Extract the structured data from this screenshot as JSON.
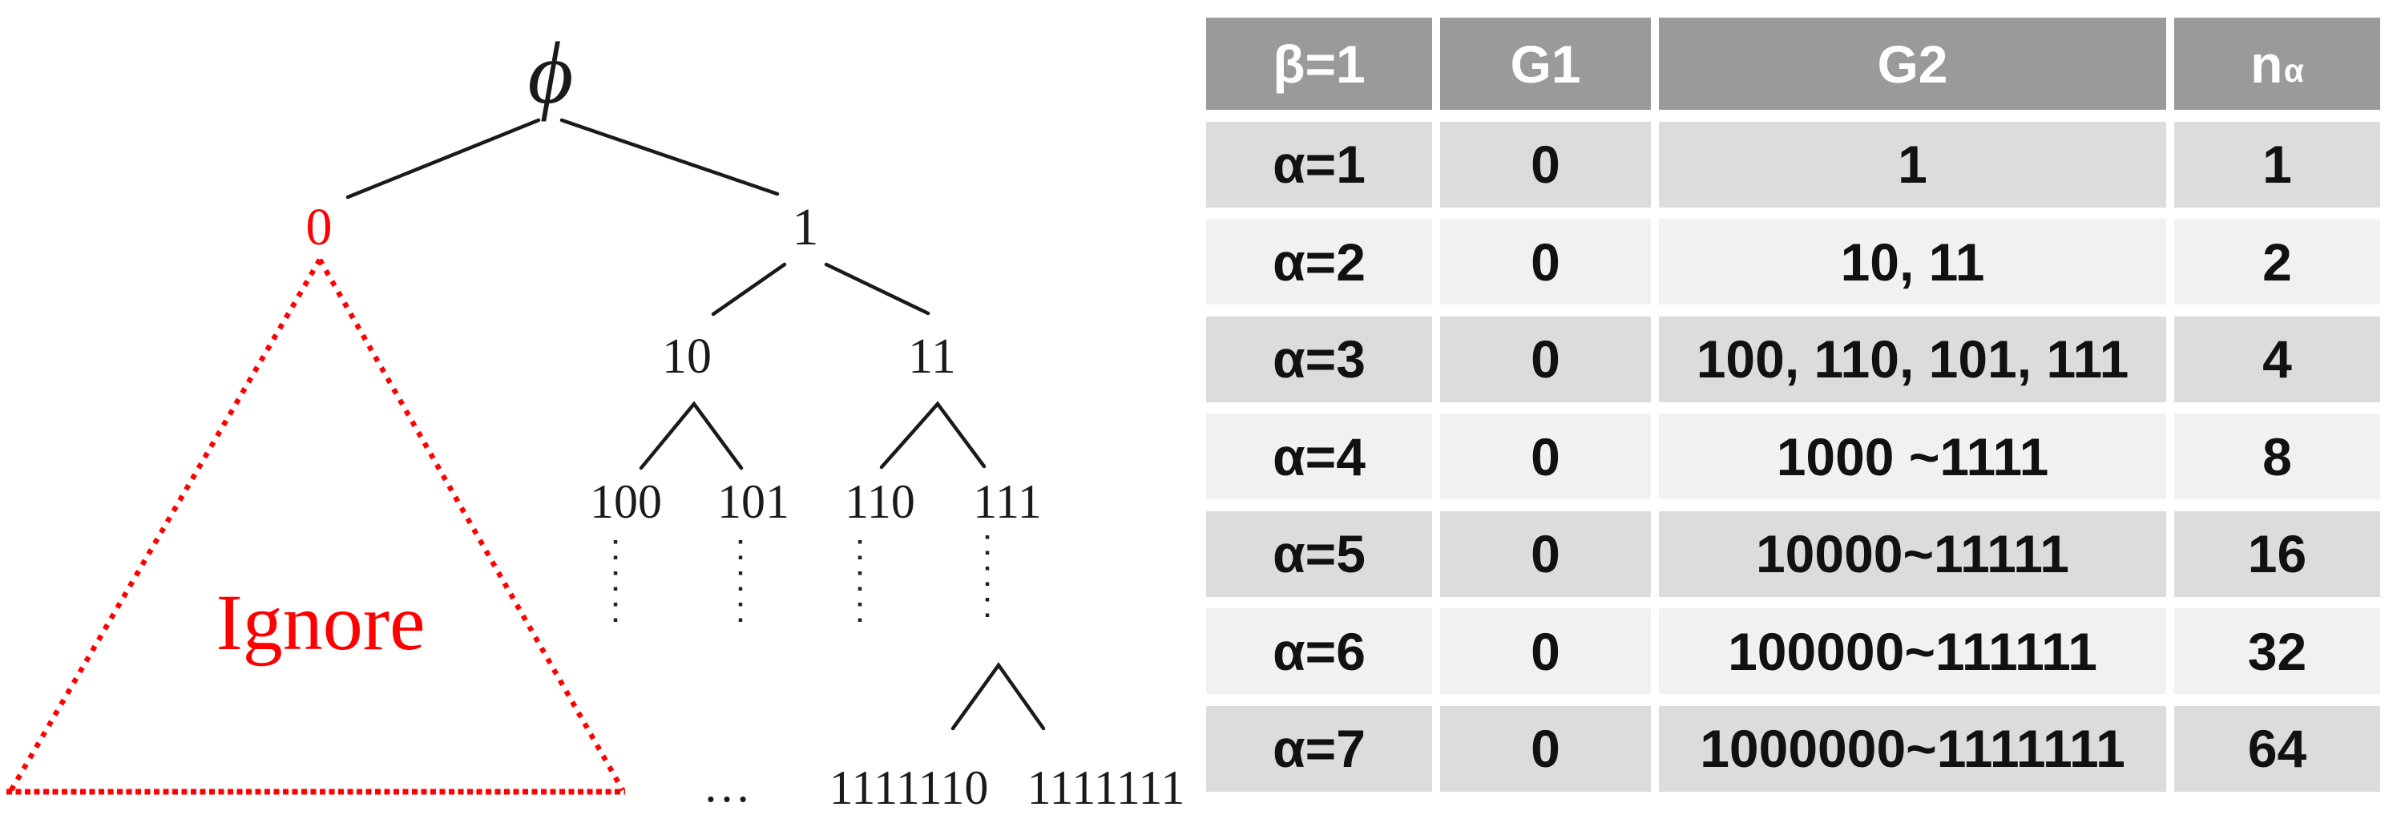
{
  "figure": {
    "description": "binary-codeword-tree",
    "root": "ϕ",
    "nodes": {
      "n0": "0",
      "n1": "1",
      "n10": "10",
      "n11": "11",
      "n100": "100",
      "n101": "101",
      "n110": "110",
      "n111": "111",
      "ellipsis": "…",
      "n1111110": "1111110",
      "n1111111": "1111111"
    },
    "ignore_label": "Ignore",
    "colors": {
      "highlight_red": "#ff0000",
      "line_black": "#1a1a1a"
    }
  },
  "table": {
    "headers": {
      "beta": "β=1",
      "g1": "G1",
      "g2": "G2",
      "n_base": "n",
      "n_sub": "α"
    },
    "rows": [
      {
        "alpha": "α=1",
        "g1": "0",
        "g2": "1",
        "n": "1"
      },
      {
        "alpha": "α=2",
        "g1": "0",
        "g2": "10, 11",
        "n": "2"
      },
      {
        "alpha": "α=3",
        "g1": "0",
        "g2": "100, 110, 101, 111",
        "n": "4"
      },
      {
        "alpha": "α=4",
        "g1": "0",
        "g2": "1000 ~1111",
        "n": "8"
      },
      {
        "alpha": "α=5",
        "g1": "0",
        "g2": "10000~11111",
        "n": "16"
      },
      {
        "alpha": "α=6",
        "g1": "0",
        "g2": "100000~111111",
        "n": "32"
      },
      {
        "alpha": "α=7",
        "g1": "0",
        "g2": "1000000~1111111",
        "n": "64"
      }
    ],
    "colors": {
      "header_bg": "#9a9a9a",
      "header_text": "#ffffff",
      "row_odd_bg": "#dcdcdc",
      "row_even_bg": "#f1f1f1",
      "cell_text": "#111111"
    }
  }
}
